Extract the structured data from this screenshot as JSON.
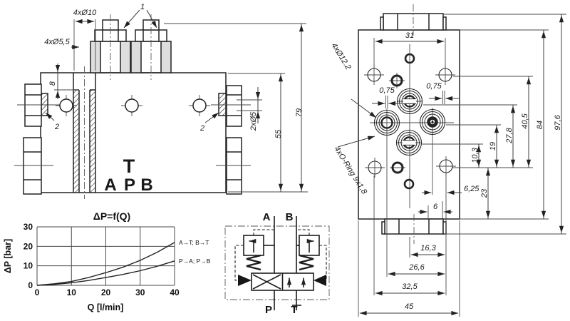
{
  "front_view": {
    "callout_1": "1",
    "callout_2": "2",
    "dim_hole_pattern": "4xØ10",
    "dim_mount_holes": "4xØ5,5",
    "dim_depth": "8",
    "dim_side_ports": "2xØ5",
    "dim_plate_height": "55",
    "dim_total_height": "79",
    "port_t": "T",
    "port_a": "A",
    "port_p": "P",
    "port_b": "B"
  },
  "schematic": {
    "port_a": "A",
    "port_b": "B",
    "port_p": "P",
    "port_t": "T"
  },
  "top_view": {
    "dim_31": "31",
    "dim_075": "0,75",
    "dim_bore": "4xØ12.2",
    "dim_oring": "4xO-Ring 9x1,8",
    "dim_405": "40,5",
    "dim_84": "84",
    "dim_976": "97,6",
    "dim_278": "27,8",
    "dim_19": "19",
    "dim_103": "10,3",
    "dim_23": "23",
    "dim_625": "6,25",
    "dim_6": "6",
    "dim_163": "16,3",
    "dim_266": "26,6",
    "dim_325": "32,5",
    "dim_45": "45"
  },
  "chart_data": {
    "type": "line",
    "title": "ΔP=f(Q)",
    "xlabel": "Q [l/min]",
    "ylabel": "ΔP [bar]",
    "xlim": [
      0,
      40
    ],
    "ylim": [
      0,
      30
    ],
    "xticks": [
      0,
      10,
      20,
      30,
      40
    ],
    "yticks": [
      0,
      10,
      20,
      30
    ],
    "grid": true,
    "legend_position": "right-of-curves",
    "x": [
      0,
      5,
      10,
      15,
      20,
      25,
      30,
      35,
      40
    ],
    "series": [
      {
        "name": "A→T; B→T",
        "values": [
          0,
          0.8,
          2,
          4,
          6.5,
          9.3,
          12.8,
          17,
          22
        ]
      },
      {
        "name": "P→A; P→B",
        "values": [
          0,
          0.5,
          1.3,
          2.5,
          4,
          5.6,
          7.5,
          9.8,
          12.5
        ]
      }
    ]
  }
}
